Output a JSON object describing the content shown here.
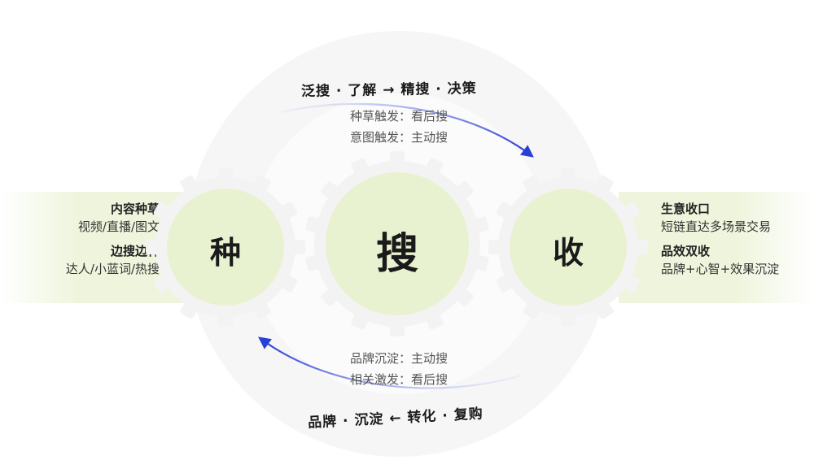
{
  "top_arc": {
    "label": "泛搜 · 了解 → 精搜 · 决策",
    "lines": [
      "种草触发：看后搜",
      "意图触发：主动搜"
    ]
  },
  "bottom_arc": {
    "label": "品牌 · 沉淀 ← 转化 · 复购",
    "lines": [
      "品牌沉淀：主动搜",
      "相关激发：看后搜"
    ]
  },
  "nodes": {
    "left": "种",
    "center": "搜",
    "right": "收"
  },
  "left_panel": {
    "items": [
      {
        "title": "内容种草",
        "desc": "视频/直播/图文"
      },
      {
        "title": "边搜边种",
        "desc": "达人/小蓝词/热搜"
      }
    ]
  },
  "right_panel": {
    "items": [
      {
        "title": "生意收口",
        "desc": "短链直达多场景交易"
      },
      {
        "title": "品效双收",
        "desc": "品牌+心智+效果沉淀"
      }
    ]
  },
  "colors": {
    "node_fill": "#e9f2d0",
    "arrow": "#2a3fd6",
    "gear": "#f3f3f3",
    "panel": "#eef5dc"
  }
}
